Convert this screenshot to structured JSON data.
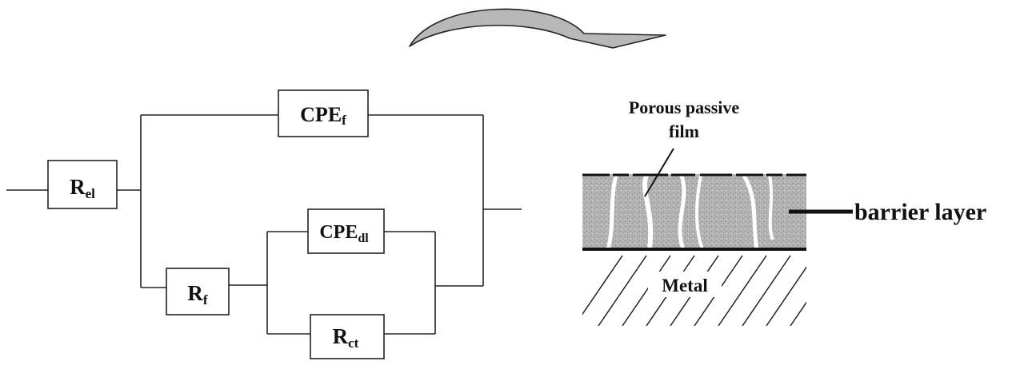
{
  "circuit": {
    "r_el": {
      "main": "R",
      "sub": "el"
    },
    "cpe_f": {
      "main": "CPE",
      "sub": "f"
    },
    "r_f": {
      "main": "R",
      "sub": "f"
    },
    "cpe_dl": {
      "main": "CPE",
      "sub": "dl"
    },
    "r_ct": {
      "main": "R",
      "sub": "ct"
    }
  },
  "film": {
    "porous_label_line1": "Porous passive",
    "porous_label_line2": "film",
    "barrier_label": "barrier layer",
    "metal_label": "Metal"
  },
  "colors": {
    "arrow_fill": "#b8b8b8",
    "film_fill": "#b3b3b3"
  }
}
